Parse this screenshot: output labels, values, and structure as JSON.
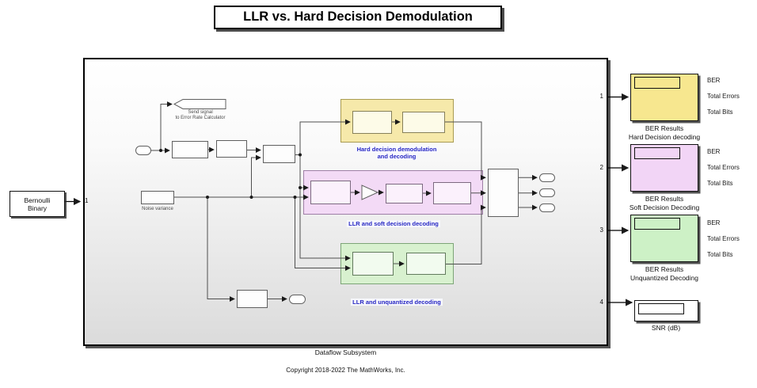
{
  "title": "LLR vs. Hard Decision Demodulation",
  "copyright": "Copyright 2018-2022 The MathWorks, Inc.",
  "bernoulli_block": {
    "line1": "Bernoulli",
    "line2": "Binary"
  },
  "subsystem": {
    "label": "Dataflow Subsystem",
    "in_port": "1",
    "out_ports": [
      "1",
      "2",
      "3",
      "4"
    ],
    "goto_tag": {
      "line1": "Send signal",
      "line2": "to Error Rate Calculator"
    },
    "noise_variance_label": "Noise variance",
    "regions": {
      "hard": {
        "line1": "Hard decision demodulation",
        "line2": "and decoding"
      },
      "soft": {
        "label": "LLR and soft decision decoding"
      },
      "unquantized": {
        "label": "LLR and unquantized decoding"
      }
    }
  },
  "displays": [
    {
      "port": "1",
      "rows": [
        "BER",
        "Total Errors",
        "Total Bits"
      ],
      "caption1": "BER Results",
      "caption2": "Hard Decision decoding",
      "fill": "#f7e78f"
    },
    {
      "port": "2",
      "rows": [
        "BER",
        "Total Errors",
        "Total Bits"
      ],
      "caption1": "BER Results",
      "caption2": "Soft Decision Decoding",
      "fill": "#f2d5f6"
    },
    {
      "port": "3",
      "rows": [
        "BER",
        "Total Errors",
        "Total Bits"
      ],
      "caption1": "BER Results",
      "caption2": "Unquantized Decoding",
      "fill": "#cdf1c6"
    }
  ],
  "snr_display": {
    "port": "4",
    "label": "SNR (dB)"
  },
  "colors": {
    "wire": "#4f4f4f",
    "region_hard": "#f6e9aa",
    "region_soft": "#f3daf6",
    "region_unquantized": "#d8f1cf",
    "annotation_blue": "#2727c4"
  }
}
